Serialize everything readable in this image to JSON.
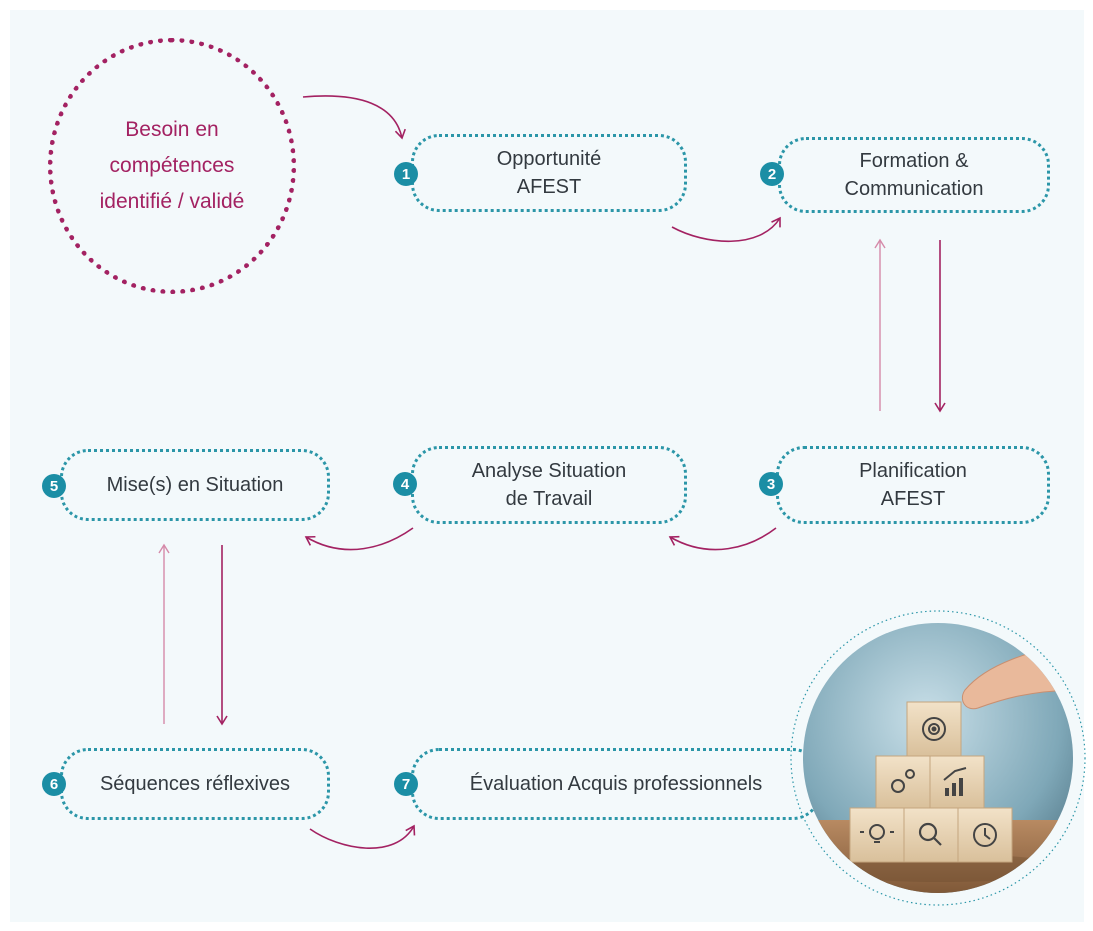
{
  "diagram": {
    "need_lines": [
      "Besoin en",
      "compétences",
      "identifié / validé"
    ],
    "steps": [
      {
        "num": "1",
        "lines": [
          "Opportunité",
          "AFEST"
        ]
      },
      {
        "num": "2",
        "lines": [
          "Formation &",
          "Communication"
        ]
      },
      {
        "num": "3",
        "lines": [
          "Planification",
          "AFEST"
        ]
      },
      {
        "num": "4",
        "lines": [
          "Analyse Situation",
          "de Travail"
        ]
      },
      {
        "num": "5",
        "lines": [
          "Mise(s) en Situation"
        ]
      },
      {
        "num": "6",
        "lines": [
          "Séquences réflexives"
        ]
      },
      {
        "num": "7",
        "lines": [
          "Évaluation Acquis professionnels"
        ]
      }
    ],
    "photo_icons": [
      "target-icon",
      "gears-icon",
      "growth-chart-icon",
      "lightbulb-icon",
      "magnifier-icon",
      "clock-icon"
    ]
  },
  "colors": {
    "accent_teal": "#1b8ea5",
    "border_teal": "#2b96a8",
    "arrow_magenta": "#a32262",
    "background": "#f3f9fb"
  }
}
